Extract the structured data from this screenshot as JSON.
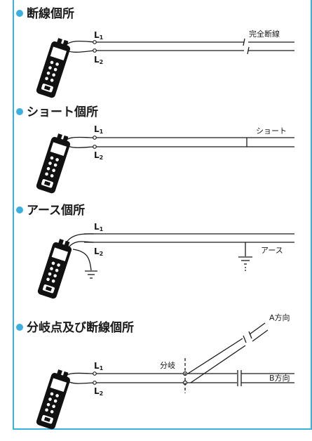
{
  "colors": {
    "accent": "#3bb0e0",
    "ink": "#1a1a1a",
    "background": "#ffffff"
  },
  "sections": [
    {
      "title": "断線個所",
      "l1": "L",
      "l2": "L",
      "l1_sub": "1",
      "l2_sub": "2",
      "annotation": "完全断線"
    },
    {
      "title": "ショート個所",
      "l1": "L",
      "l2": "L",
      "l1_sub": "1",
      "l2_sub": "2",
      "annotation": "ショート"
    },
    {
      "title": "アース個所",
      "l1": "L",
      "l2": "L",
      "l1_sub": "1",
      "l2_sub": "2",
      "annotation": "アース"
    },
    {
      "title": "分岐点及び断線個所",
      "l1": "L",
      "l2": "L",
      "l1_sub": "1",
      "l2_sub": "2",
      "branch_label": "分岐",
      "dir_a": "A方向",
      "dir_b": "B方向"
    }
  ],
  "icons": [
    "bullet-dot-icon",
    "tester-device-icon",
    "ground-symbol-icon",
    "wire-break-icon"
  ]
}
